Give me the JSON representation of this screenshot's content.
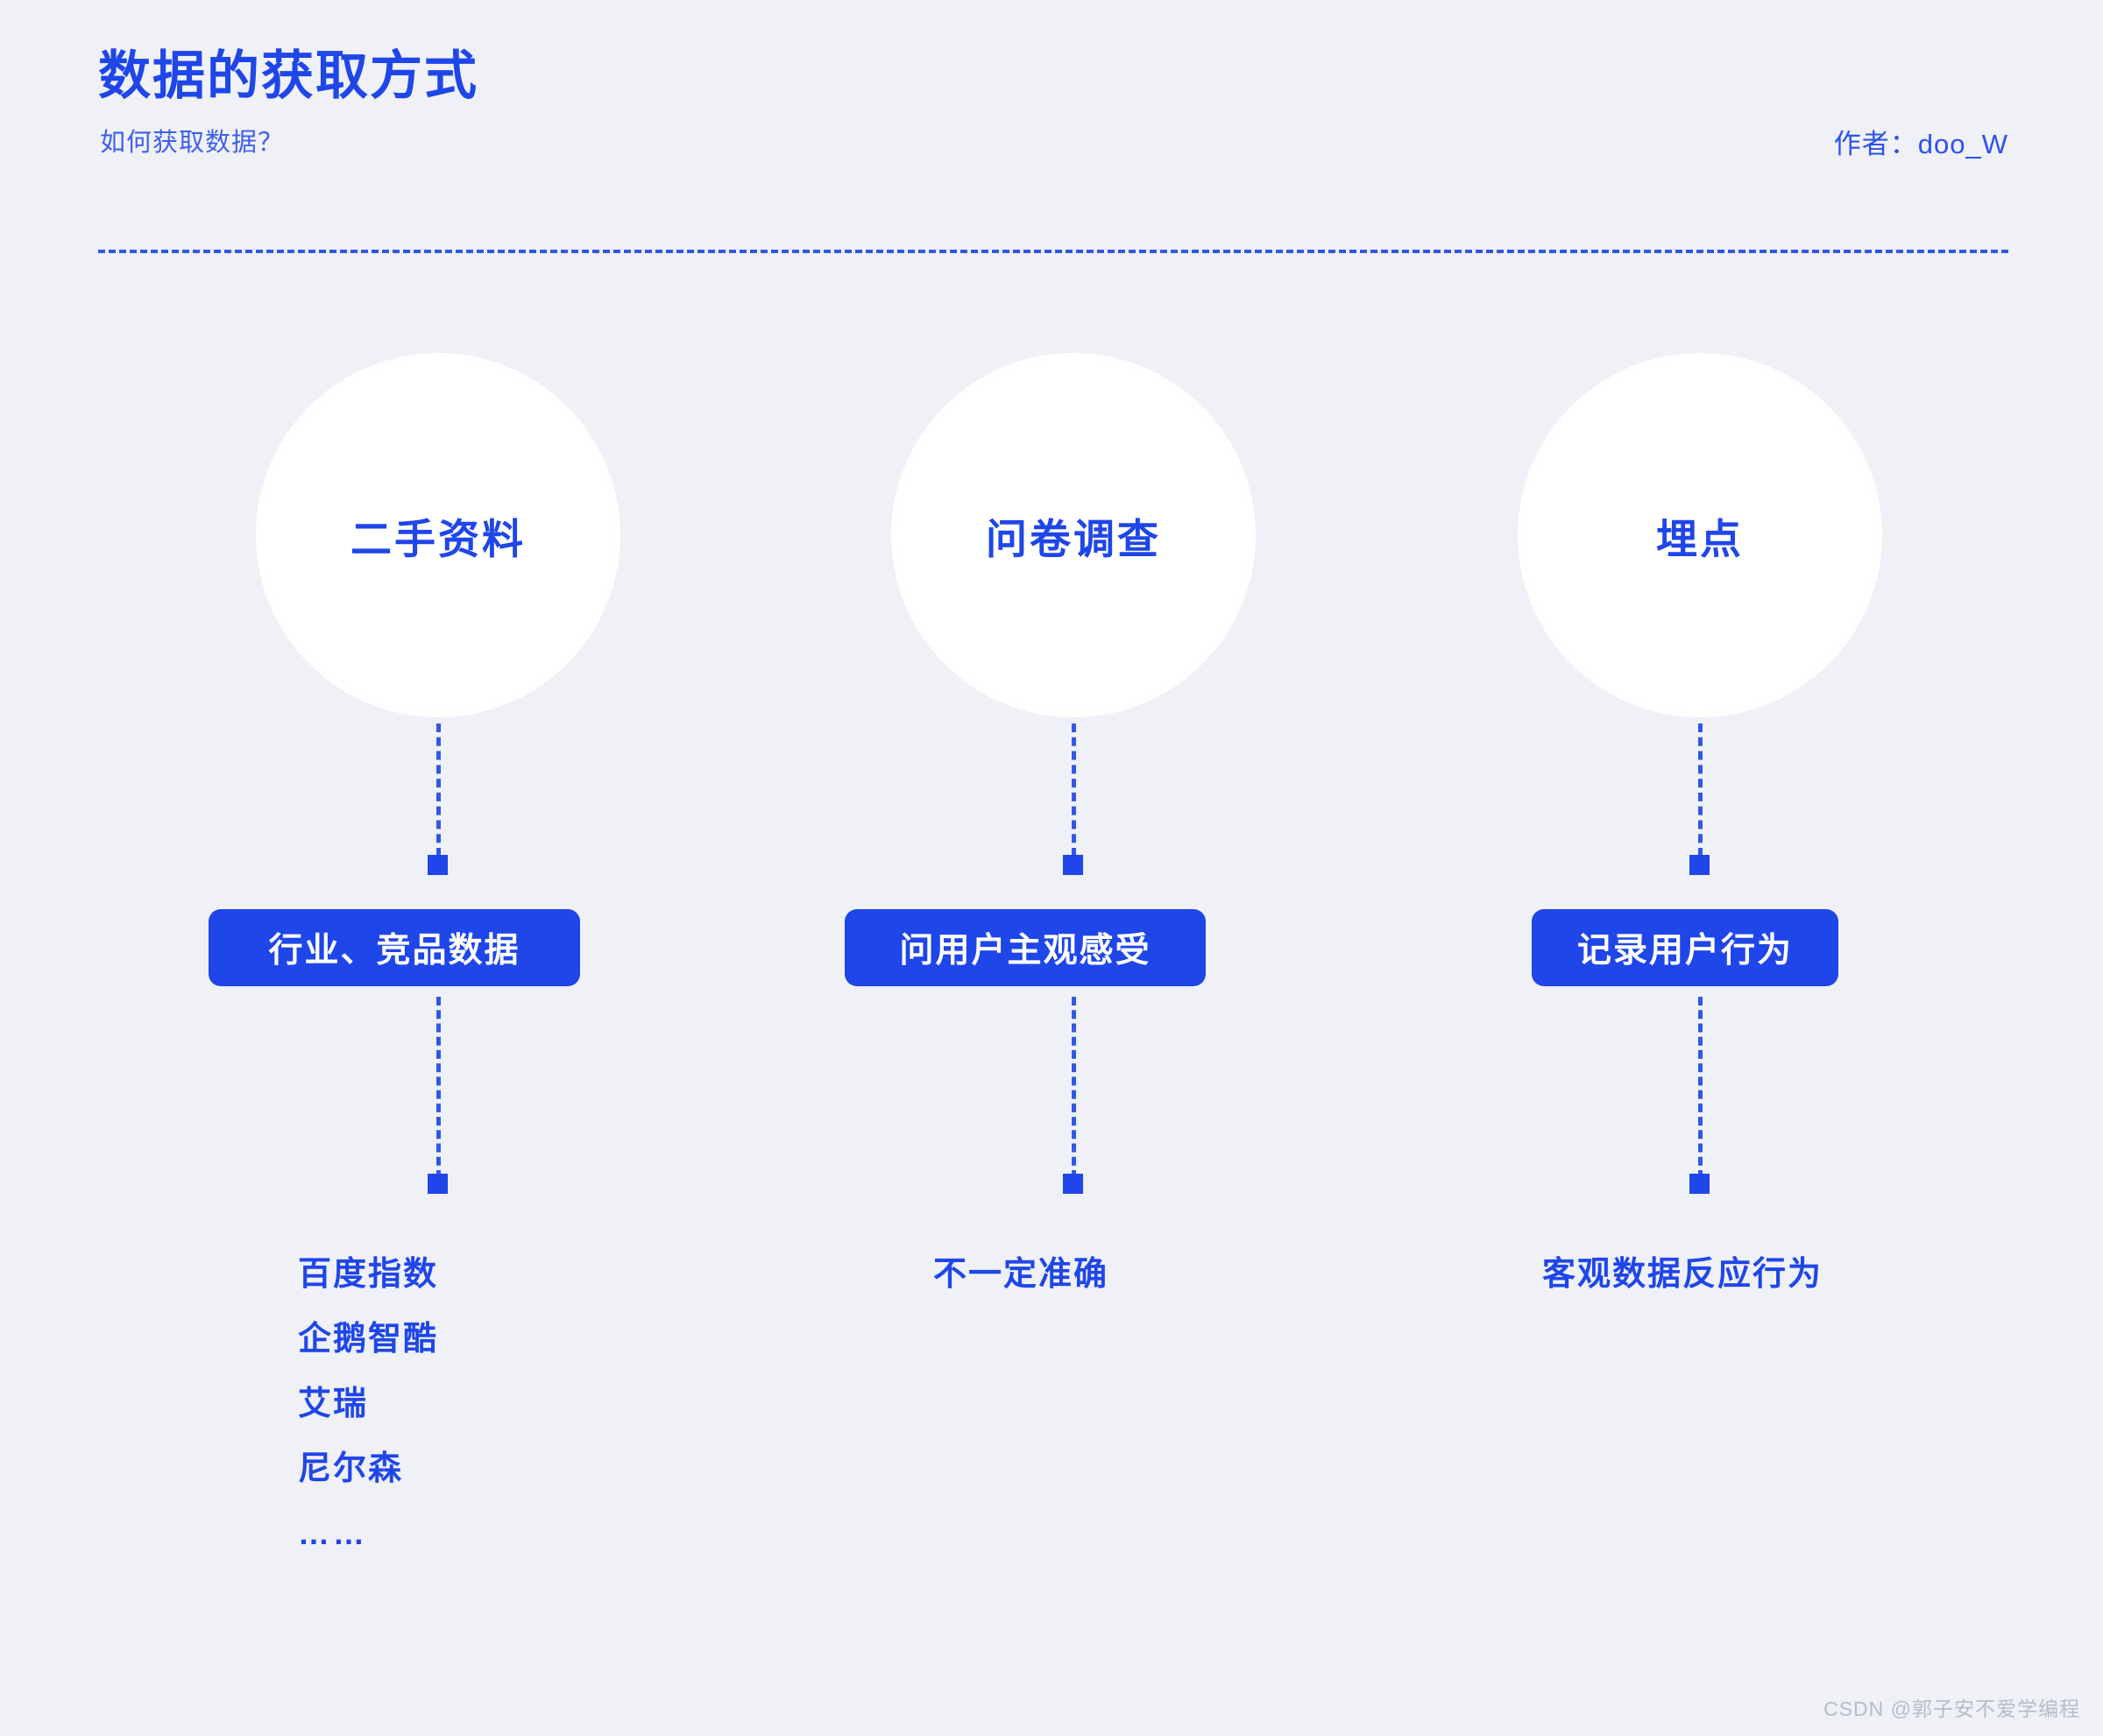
{
  "header": {
    "title": "数据的获取方式",
    "subtitle": "如何获取数据？",
    "author": "作者：doo_W"
  },
  "columns": [
    {
      "circle_label": "二手资料",
      "pill_label": "行业、竞品数据",
      "outcomes": [
        "百度指数",
        "企鹅智酷",
        "艾瑞",
        "尼尔森",
        "……"
      ]
    },
    {
      "circle_label": "问卷调查",
      "pill_label": "问用户主观感受",
      "outcomes": [
        "不一定准确"
      ]
    },
    {
      "circle_label": "埋点",
      "pill_label": "记录用户行为",
      "outcomes": [
        "客观数据反应行为"
      ]
    }
  ],
  "watermark": "CSDN @郭子安不爱学编程",
  "colors": {
    "background": "#eff1f7",
    "accent": "#1f46e8",
    "subtitle": "#3f60ea",
    "circle_fill": "#ffffff",
    "pill_text": "#ffffff",
    "watermark": "#b7bcc7"
  }
}
